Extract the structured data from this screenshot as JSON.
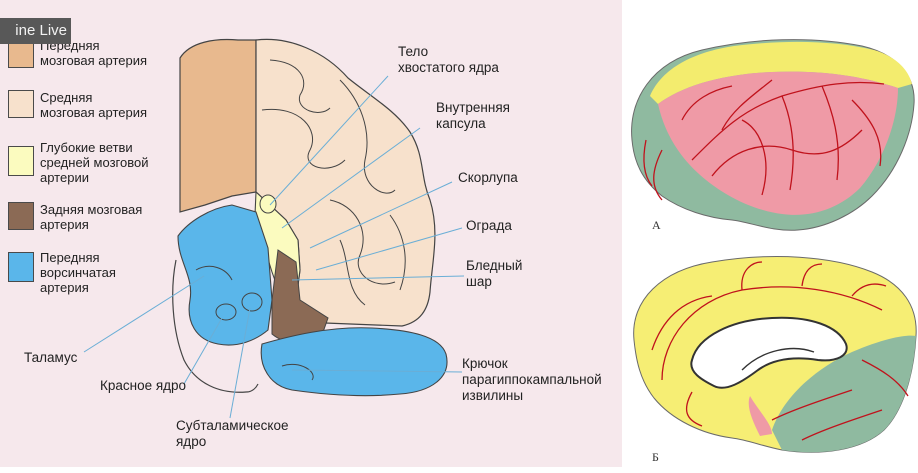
{
  "overlay": {
    "badge_text": "ine Live"
  },
  "legend": [
    {
      "line1": "Передняя",
      "line2": "мозговая артерия",
      "line3": "",
      "color": "#e8b98e"
    },
    {
      "line1": "Средняя",
      "line2": "мозговая артерия",
      "line3": "",
      "color": "#f7e1cc"
    },
    {
      "line1": "Глубокие ветви",
      "line2": "средней мозговой",
      "line3": "артерии",
      "color": "#fbfbbf"
    },
    {
      "line1": "Задняя мозговая",
      "line2": "артерия",
      "line3": "",
      "color": "#8b6a55"
    },
    {
      "line1": "Передняя",
      "line2": "ворсинчатая",
      "line3": "артерия",
      "color": "#5ab6ea"
    }
  ],
  "labels": {
    "caudate": {
      "line1": "Тело",
      "line2": "хвостатого ядра"
    },
    "capsule": {
      "line1": "Внутренняя",
      "line2": "капсула"
    },
    "putamen": "Скорлупа",
    "claustrum": "Ограда",
    "pallidus": {
      "line1": "Бледный",
      "line2": "шар"
    },
    "thalamus": "Таламус",
    "rednucleus": "Красное ядро",
    "subthalamic": {
      "line1": "Субталамическое",
      "line2": "ядро"
    },
    "uncus": {
      "line1": "Крючок",
      "line2": "парагиппокампальной",
      "line3": "извилины"
    }
  },
  "figures": {
    "a": "А",
    "b": "Б"
  }
}
